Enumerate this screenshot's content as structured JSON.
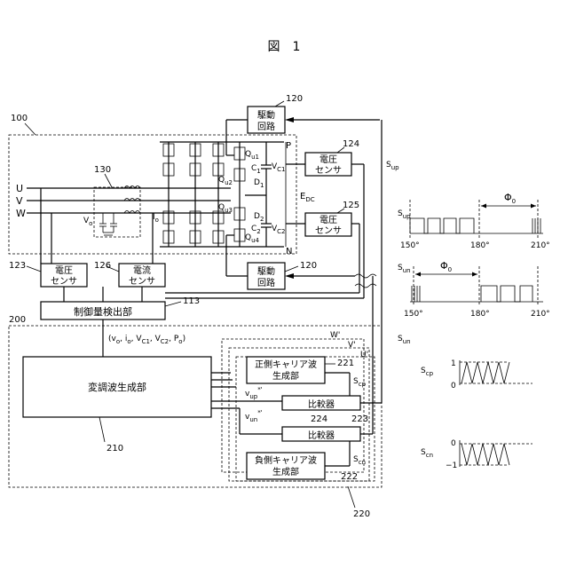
{
  "figure": {
    "title": "図　1"
  },
  "labels": {
    "ref_100": "100",
    "ref_130": "130",
    "ref_200": "200",
    "ref_210": "210",
    "ref_220": "220",
    "ref_113": "113",
    "ref_120_top": "120",
    "ref_120_bottom": "120",
    "ref_123": "123",
    "ref_124": "124",
    "ref_125": "125",
    "ref_126": "126",
    "ref_221": "221",
    "ref_222": "222",
    "ref_223": "223",
    "ref_224": "224",
    "phase_u": "U",
    "phase_v": "V",
    "phase_w": "W",
    "node_p": "P",
    "node_n": "N",
    "io": "I",
    "io_sub": "o",
    "vo": "V",
    "vo_sub": "o",
    "qu1": "Q",
    "qu1_sub": "u1",
    "qu2": "Q",
    "qu2_sub": "u2",
    "qu3": "Q",
    "qu3_sub": "u3",
    "qu4": "Q",
    "qu4_sub": "u4",
    "c1": "C",
    "c1_sub": "1",
    "c2": "C",
    "c2_sub": "2",
    "d1": "D",
    "d1_sub": "1",
    "d2": "D",
    "d2_sub": "2",
    "vc1": "V",
    "vc1_sub": "C1",
    "vc2": "V",
    "vc2_sub": "C2",
    "edc": "E",
    "edc_sub": "DC",
    "sup": "S",
    "sup_sub": "up",
    "sun": "S",
    "sun_sub": "un",
    "scp": "S",
    "scp_sub": "cp",
    "scn": "S",
    "scn_sub": "cn",
    "vup": "v",
    "vup_sub": "up",
    "vup_sup": "*'",
    "vun": "v",
    "vun_sub": "un",
    "vun_sup": "*'",
    "w_prime": "W'",
    "v_prime": "V'",
    "u_prime": "U'",
    "measured_vars": "(v",
    "measured_vars_tail": ", i",
    "measured_vars_sub1": "o",
    "measured_vars_sub2": "o",
    "measured_vars_rest": ", V",
    "measured_vars_sub3": "C1",
    "measured_vars_rest2": ", V",
    "measured_vars_sub4": "C2",
    "measured_vars_rest3": ", P",
    "measured_vars_sub5": "o",
    "measured_vars_end": ")"
  },
  "blocks": {
    "drive_top": [
      "駆動",
      "回路"
    ],
    "drive_bottom": [
      "駆動",
      "回路"
    ],
    "vsensor_top": [
      "電圧",
      "センサ"
    ],
    "vsensor_bottom": [
      "電圧",
      "センサ"
    ],
    "vsensor_left": [
      "電圧",
      "センサ"
    ],
    "isensor": [
      "電流",
      "センサ"
    ],
    "control_detect": "制御量検出部",
    "modulation_gen": "変調波生成部",
    "pos_carrier": [
      "正側キャリア波",
      "生成部"
    ],
    "neg_carrier": [
      "負側キャリア波",
      "生成部"
    ],
    "comparator_top": "比較器",
    "comparator_bottom": "比較器"
  },
  "waveforms": {
    "sup_label": "S",
    "sup_sub": "up",
    "sun_label": "S",
    "sun_sub": "un",
    "phi_top": "Φ",
    "phi_top_sub": "0",
    "phi_bottom": "Φ",
    "phi_bottom_sub": "0",
    "ticks_top": [
      "150°",
      "180°",
      "210°"
    ],
    "ticks_bottom": [
      "150°",
      "180°",
      "210°"
    ],
    "scp_label": "S",
    "scp_sub": "cp",
    "scp_high": "1",
    "scp_low": "0",
    "scn_label": "S",
    "scn_sub": "cn",
    "scn_high": "0",
    "scn_low": "−1"
  }
}
